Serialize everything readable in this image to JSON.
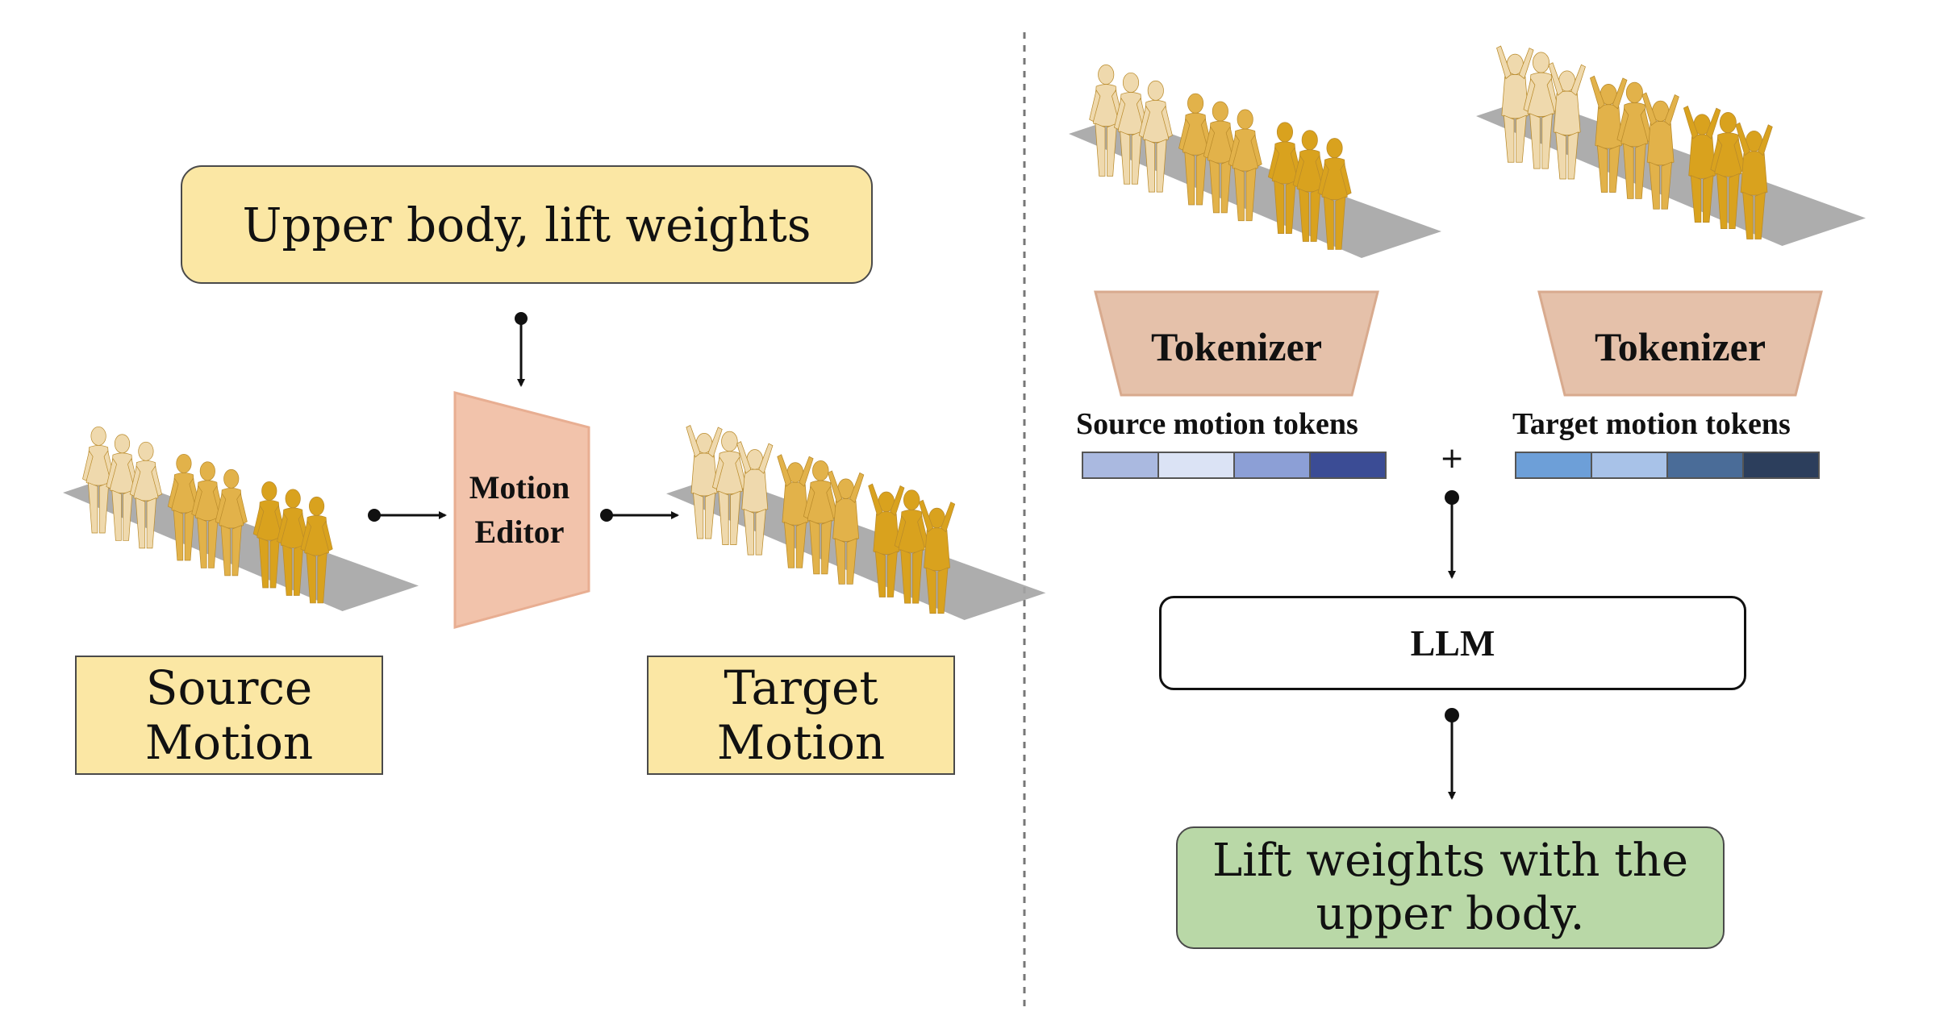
{
  "colors": {
    "yellow_box": "#fbe7a4",
    "green_box": "#b9d8a7",
    "editor_fill": "#f2c3ab",
    "editor_stroke": "#e8ae92",
    "floor": "#a4a4a4",
    "figure_light": "#efd9ad",
    "figure_mid": "#e2b24a",
    "figure_dark": "#d9a21e",
    "token_source": [
      "#aab9e0",
      "#dbe3f5",
      "#8c9fd6",
      "#3b4c95"
    ],
    "token_target": [
      "#6d9fd8",
      "#a8c2e8",
      "#4a6c98",
      "#2c3e5c"
    ]
  },
  "left": {
    "instruction": "Upper body, lift weights",
    "editor_label_line1": "Motion",
    "editor_label_line2": "Editor",
    "source_label_line1": "Source",
    "source_label_line2": "Motion",
    "target_label_line1": "Target",
    "target_label_line2": "Motion"
  },
  "right": {
    "tokenizer_label": "Tokenizer",
    "source_tokens_label": "Source motion tokens",
    "target_tokens_label": "Target motion tokens",
    "plus": "+",
    "llm_label": "LLM",
    "output_line1": "Lift weights with the",
    "output_line2": "upper body."
  }
}
